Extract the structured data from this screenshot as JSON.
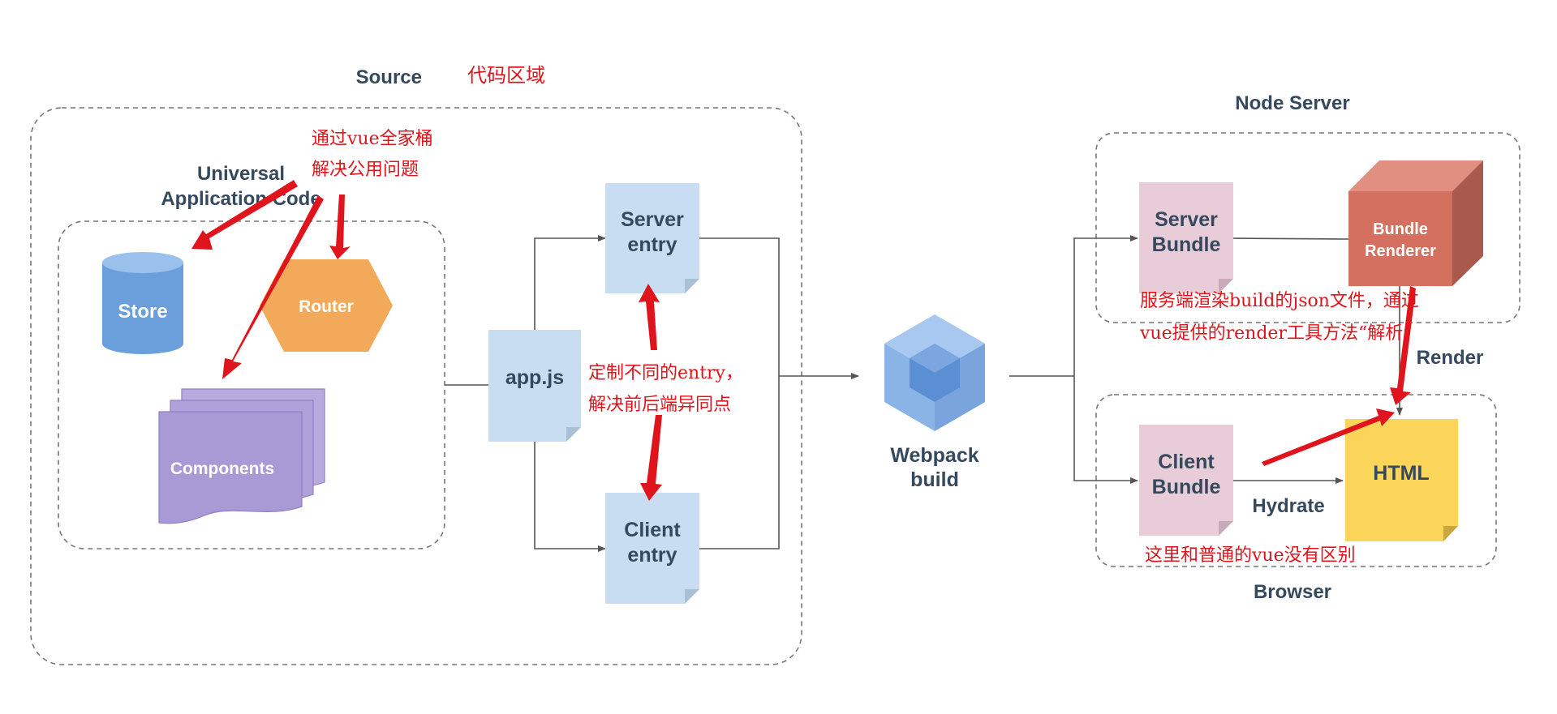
{
  "source": {
    "title": "Source",
    "note": "代码区域"
  },
  "universal": {
    "line1": "Universal",
    "line2": "Application Code"
  },
  "nodes": {
    "store": "Store",
    "router": "Router",
    "components": "Components",
    "app": "app.js",
    "server_entry": [
      "Server",
      "entry"
    ],
    "client_entry": [
      "Client",
      "entry"
    ],
    "webpack": [
      "Webpack",
      "build"
    ],
    "server_bundle": [
      "Server",
      "Bundle"
    ],
    "client_bundle": [
      "Client",
      "Bundle"
    ],
    "bundle_renderer": [
      "Bundle",
      "Renderer"
    ],
    "html": "HTML"
  },
  "groups": {
    "node_server": "Node Server",
    "browser": "Browser"
  },
  "edges": {
    "render": "Render",
    "hydrate": "Hydrate"
  },
  "annotations": {
    "vue_family": [
      "通过vue全家桶",
      "解决公用问题"
    ],
    "entry": [
      "定制不同的entry，",
      "解决前后端异同点"
    ],
    "render": [
      "服务端渲染build的json文件，通过",
      "vue提供的render工具方法“解析”"
    ],
    "browser": "这里和普通的vue没有区别"
  },
  "colors": {
    "label": "#34495e",
    "annotation": "#e0141c",
    "store": "#6a9fdb",
    "router": "#f2aa5a",
    "components": "#a999d4",
    "doc": "#c8ddf2",
    "bundle": "#e8cdd8",
    "renderer": "#d3705f",
    "html": "#fbd45a",
    "webpack": "#8ab3e6"
  }
}
